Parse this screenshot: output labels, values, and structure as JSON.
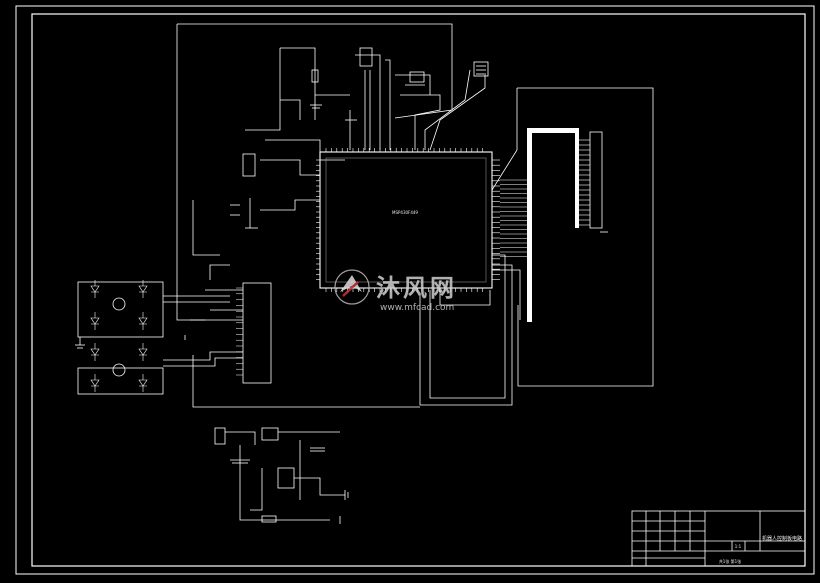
{
  "schematic": {
    "mcu": {
      "part_label": "MSP430F449"
    },
    "logo_text": "沐风网",
    "watermark_url": "www.mfcad.com"
  },
  "title_block": {
    "drawing_title": "机器人控制板电路",
    "scale": "1:1",
    "bottom_text": "共1张 第1张"
  },
  "colors": {
    "background": "#000000",
    "line": "#ffffff",
    "logo_accent": "#d23232"
  }
}
